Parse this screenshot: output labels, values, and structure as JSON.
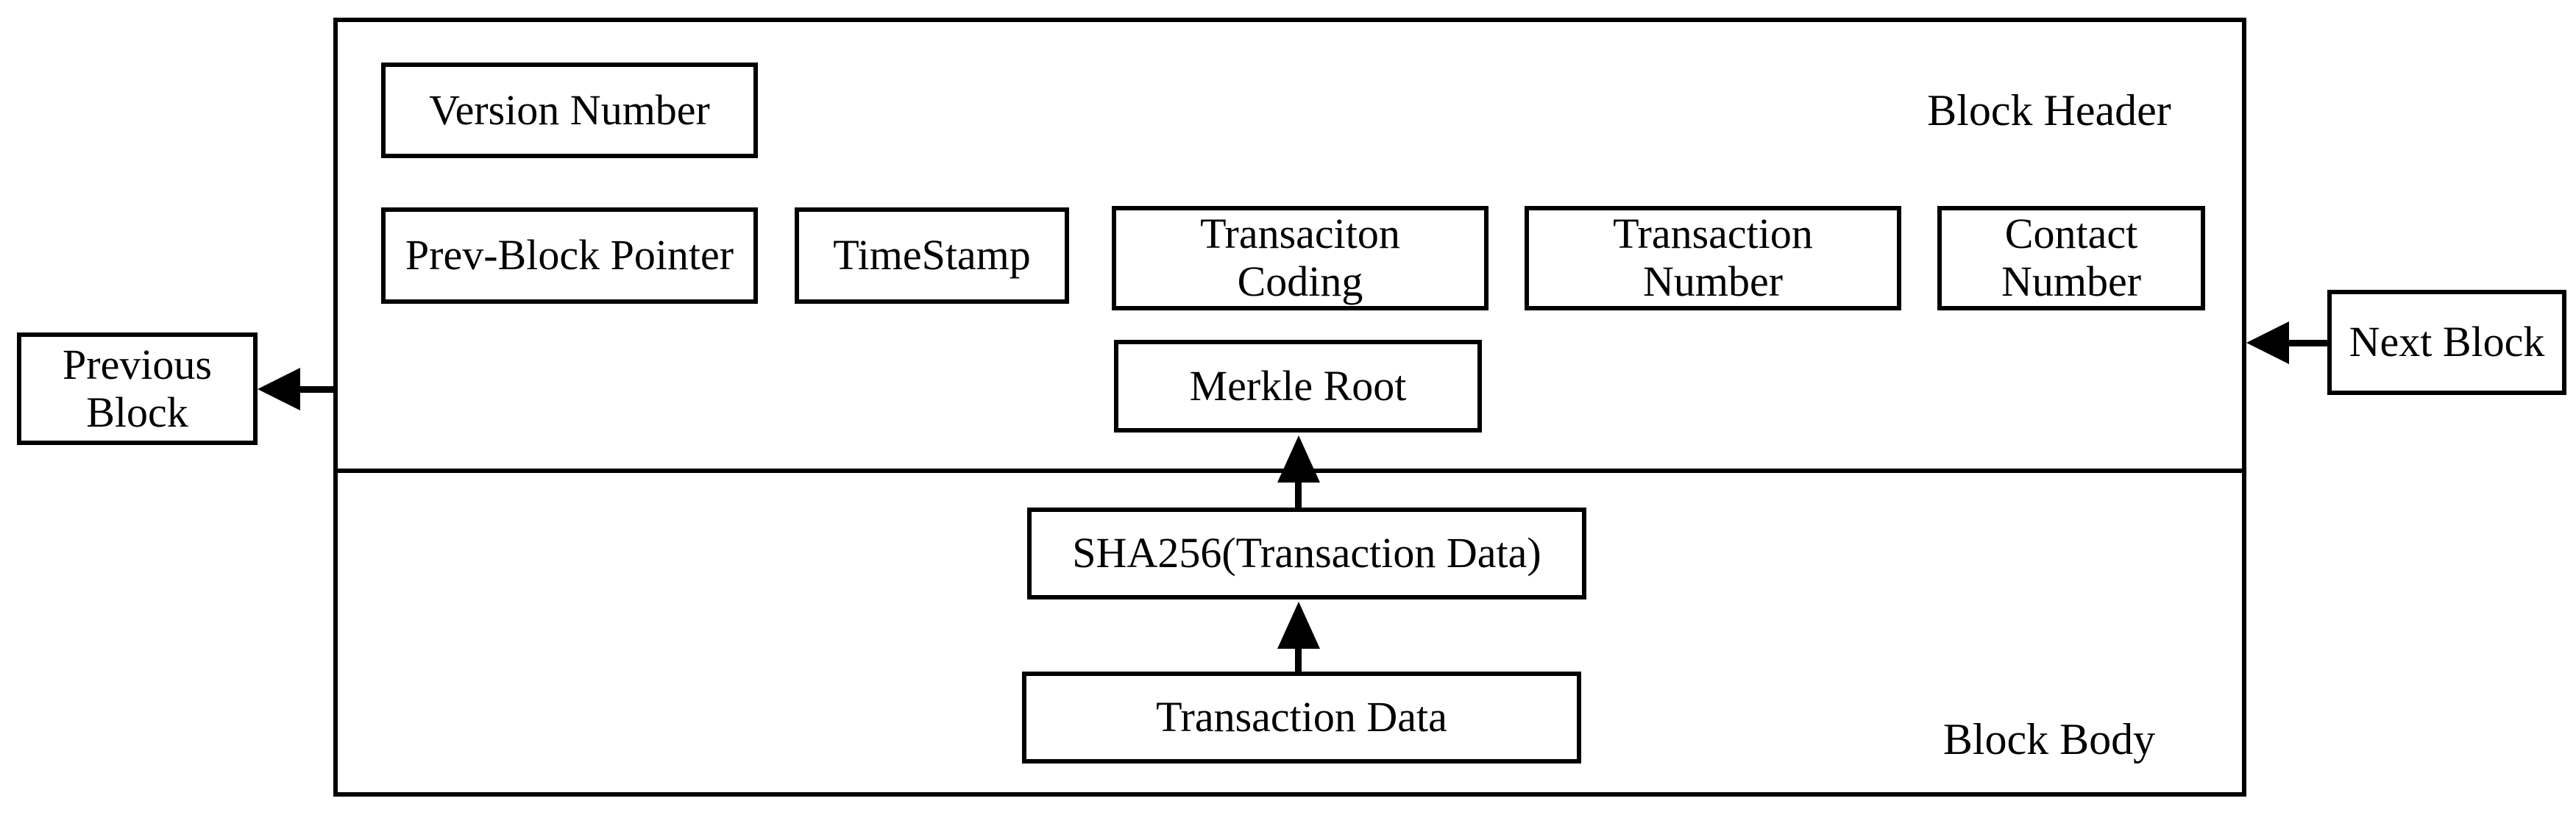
{
  "diagram": {
    "outer": {
      "header_label": "Block Header",
      "body_label": "Block Body"
    },
    "header_fields": {
      "version_number": "Version Number",
      "prev_block_pointer": "Prev-Block Pointer",
      "timestamp": "TimeStamp",
      "transaction_coding": "Transaciton Coding",
      "transaction_number": "Transaction Number",
      "contact_number": "Contact Number",
      "merkle_root": "Merkle Root"
    },
    "body_nodes": {
      "sha256": "SHA256(Transaction Data)",
      "transaction_data": "Transaction Data"
    },
    "external_nodes": {
      "previous_block": "Previous Block",
      "next_block": "Next Block"
    },
    "colors": {
      "line": "#000000",
      "background": "#ffffff",
      "text": "#000000"
    }
  }
}
